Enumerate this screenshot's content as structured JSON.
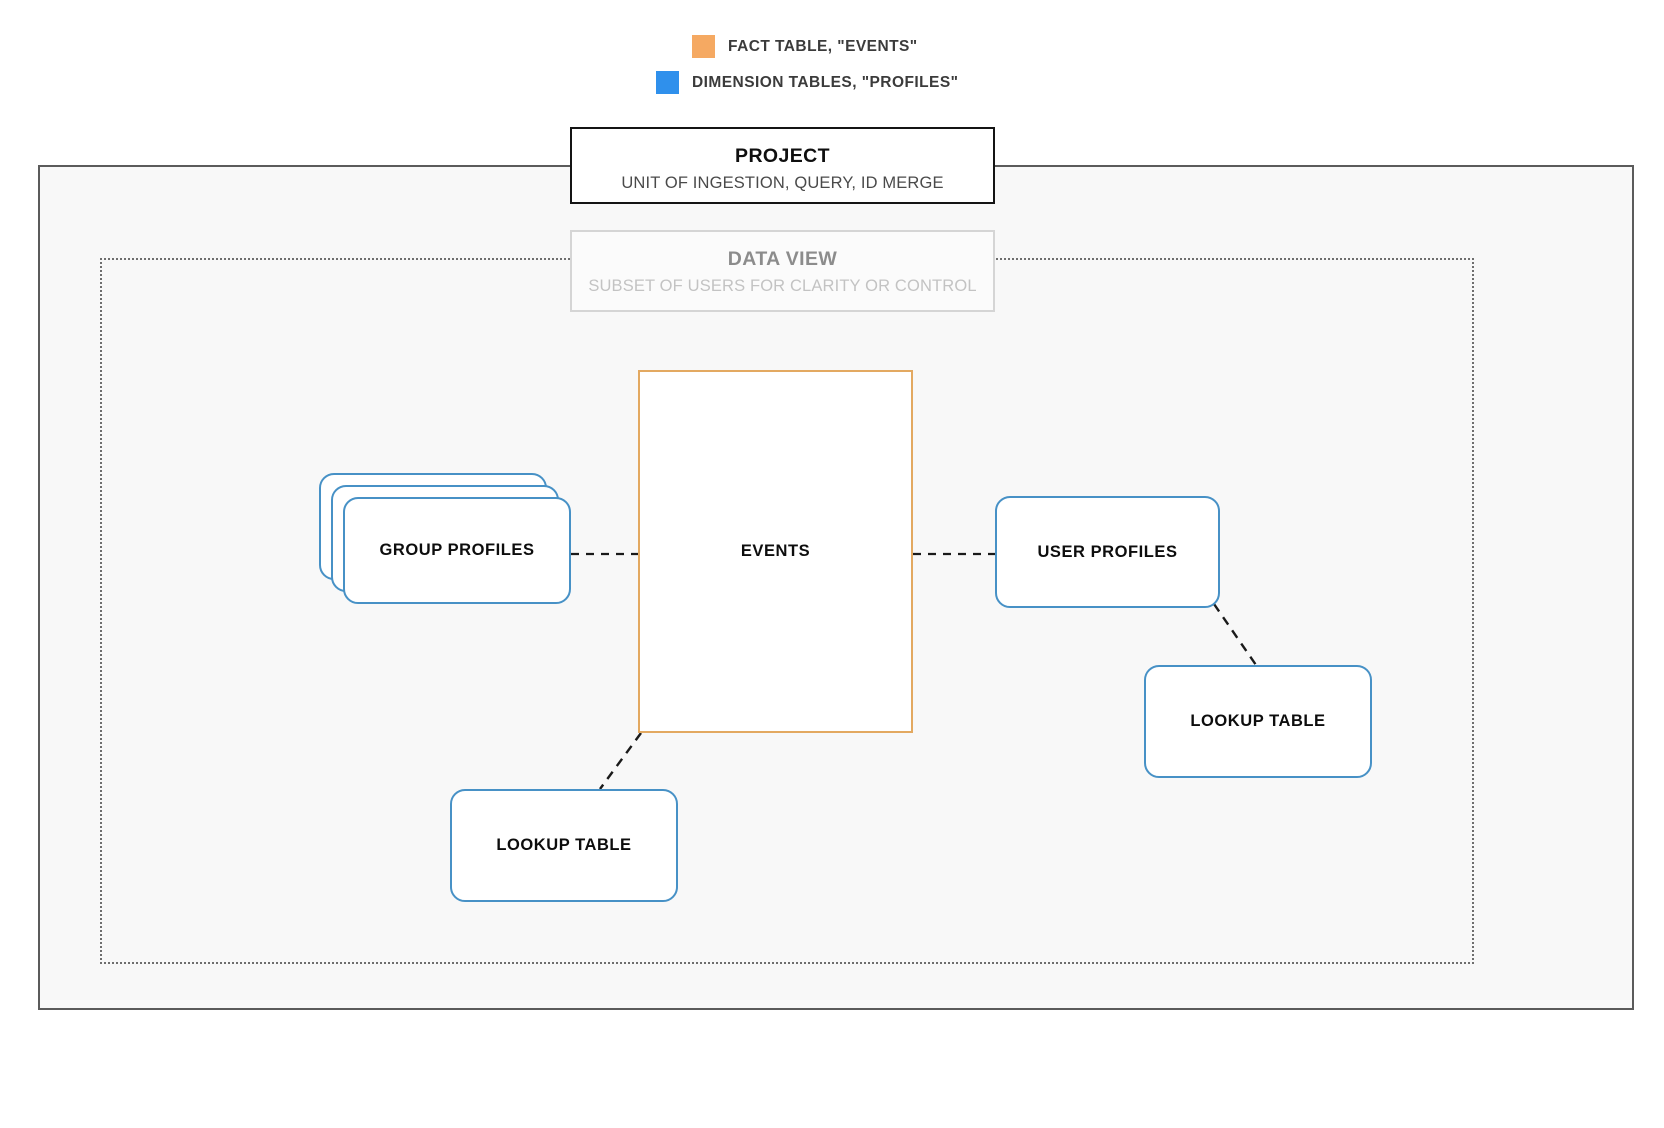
{
  "legend": {
    "items": [
      {
        "label": "FACT TABLE, \"EVENTS\"",
        "color": "#f5a962",
        "swatch_name": "fact-table-swatch"
      },
      {
        "label": "DIMENSION TABLES, \"PROFILES\"",
        "color": "#2f90ec",
        "swatch_name": "dimension-tables-swatch"
      }
    ]
  },
  "project": {
    "title": "PROJECT",
    "subtitle": "UNIT OF INGESTION, QUERY, ID MERGE",
    "border_color": "#141414"
  },
  "data_view": {
    "title": "DATA VIEW",
    "subtitle": "SUBSET OF USERS FOR CLARITY OR CONTROL",
    "border_color": "#d5d5d5",
    "text_color": "#8c8c8c"
  },
  "nodes": {
    "events": {
      "label": "EVENTS",
      "border_color": "#e3a961",
      "kind": "fact-table"
    },
    "group_profiles": {
      "label": "GROUP PROFILES",
      "border_color": "#4791c6",
      "kind": "dimension-table-stack",
      "stack_count": 3
    },
    "user_profiles": {
      "label": "USER PROFILES",
      "border_color": "#4791c6",
      "kind": "dimension-table"
    },
    "lookup_table_left": {
      "label": "LOOKUP TABLE",
      "border_color": "#4791c6",
      "kind": "dimension-table"
    },
    "lookup_table_right": {
      "label": "LOOKUP TABLE",
      "border_color": "#4791c6",
      "kind": "dimension-table"
    }
  },
  "connectors": [
    {
      "name": "group-profiles-to-events",
      "style": "dashed",
      "color": "#1a1a1a"
    },
    {
      "name": "events-to-user-profiles",
      "style": "dashed",
      "color": "#1a1a1a"
    },
    {
      "name": "events-to-lookup-table-left",
      "style": "dashed",
      "color": "#1a1a1a"
    },
    {
      "name": "user-profiles-to-lookup-table-right",
      "style": "dashed",
      "color": "#1a1a1a"
    }
  ],
  "canvas": {
    "background": "#ffffff",
    "project_region_fill": "#f8f8f8",
    "project_region_border": "#5b5b5b",
    "data_view_region_border": "#6e6e6e"
  }
}
